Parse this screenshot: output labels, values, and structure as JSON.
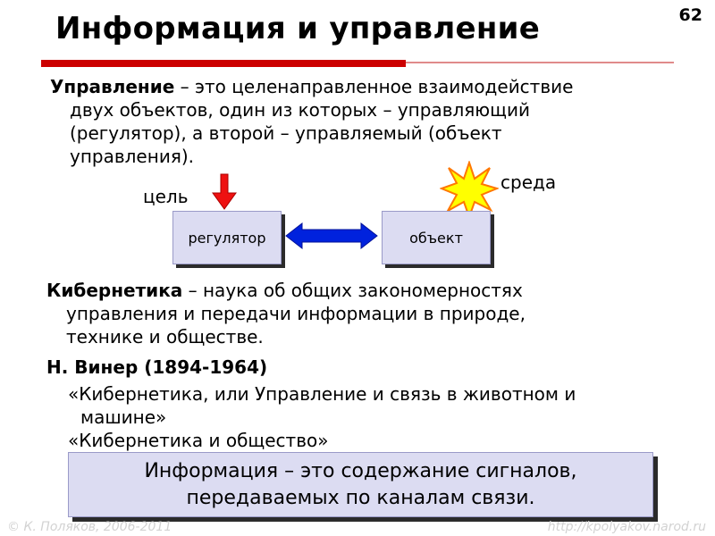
{
  "slide_number": "62",
  "title": "Информация и управление",
  "intro": {
    "term": "Управление",
    "line1_rest": " – это целенаправленное взаимодействие",
    "line2": "двух объектов, один из которых – управляющий",
    "line3": "(регулятор), а второй – управляемый (объект",
    "line4": "управления)."
  },
  "diagram": {
    "goal_label": "цель",
    "environment_label": "среда",
    "regulator_label": "регулятор",
    "object_label": "объект",
    "colors": {
      "goal_arrow": "#ee1111",
      "link_arrow": "#0022dd",
      "star_fill": "#ffff00",
      "star_stroke": "#ff7700",
      "box_fill": "#dcdcf2"
    }
  },
  "cybernetics": {
    "term": "Кибернетика",
    "line1_rest": " – наука об общих закономерностях",
    "line2": "управления и передачи информации в природе,",
    "line3": "технике и обществе."
  },
  "wiener": {
    "heading": "Н. Винер (1894-1964)",
    "book1_line1": "«Кибернетика, или Управление и связь в животном и",
    "book1_line2": "машине»",
    "book2": "«Кибернетика и общество»"
  },
  "definition": {
    "line1": "Информация – это содержание сигналов,",
    "line2": "передаваемых по каналам связи."
  },
  "footer": {
    "left": "© К. Поляков, 2006-2011",
    "right": "http://kpolyakov.narod.ru"
  }
}
